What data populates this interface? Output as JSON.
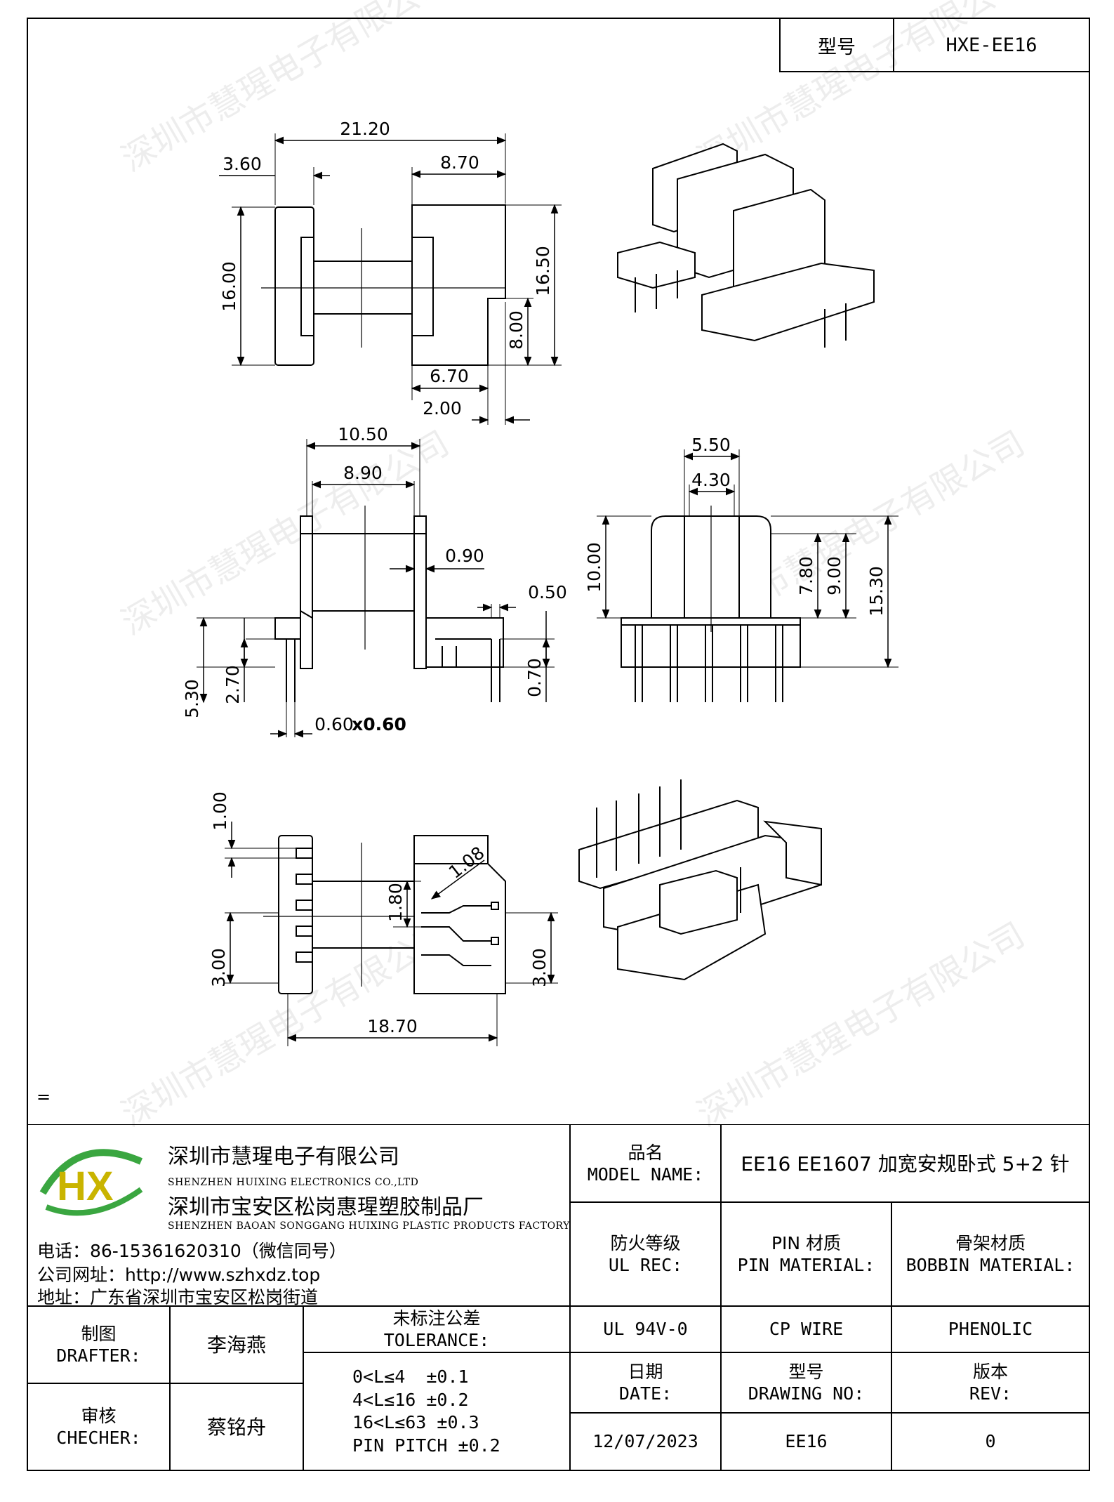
{
  "header": {
    "model_label": "型号",
    "model_value": "HXE-EE16"
  },
  "dimensions": {
    "top_overall": "21.20",
    "top_left_flange": "3.60",
    "top_right_width": "8.70",
    "top_height_left": "16.00",
    "top_height_right": "16.50",
    "top_step_height": "8.00",
    "top_bottom_width": "6.70",
    "top_bottom_offset": "2.00",
    "front_outer": "10.50",
    "front_inner": "8.90",
    "front_flange": "0.90",
    "front_pin_thick": "0.50",
    "front_height": "5.30",
    "front_mid": "2.70",
    "front_pin_bottom": "0.70",
    "front_pin_size": "0.60",
    "front_pin_size_x": "x0.60",
    "side_outer": "5.50",
    "side_inner": "4.30",
    "side_height": "10.00",
    "side_h1": "7.80",
    "side_h2": "9.00",
    "side_total": "15.30",
    "bottom_pitch1": "1.00",
    "bottom_pitch2": "1.80",
    "bottom_pitch3": "3.00",
    "bottom_pitch4": "3.00",
    "bottom_diag": "1.08",
    "bottom_width": "18.70"
  },
  "stray_mark": "=",
  "watermark": "深圳市慧瑆电子有限公司",
  "company": {
    "name_cn": "深圳市慧瑆电子有限公司",
    "name_en": "SHENZHEN HUIXING ELECTRONICS CO.,LTD",
    "factory_cn": "深圳市宝安区松岗惠瑆塑胶制品厂",
    "factory_en": "SHENZHEN BAOAN SONGGANG HUIXING PLASTIC PRODUCTS FACTORY",
    "phone": "电话：86-15361620310（微信同号）",
    "website": "公司网址：http://www.szhxdz.top",
    "address": "地址：广东省深圳市宝安区松岗街道",
    "logo_text": "HX"
  },
  "title_block": {
    "model_name_cn": "品名",
    "model_name_en": "MODEL NAME:",
    "model_name_value": "EE16 EE1607 加宽安规卧式 5+2 针",
    "fire_cn": "防火等级",
    "fire_en": "UL REC:",
    "pin_cn": "PIN 材质",
    "pin_en": "PIN MATERIAL:",
    "bobbin_cn": "骨架材质",
    "bobbin_en": "BOBBIN MATERIAL:",
    "fire_value": "UL 94V-0",
    "pin_value": "CP WIRE",
    "bobbin_value": "PHENOLIC",
    "drafter_cn": "制图",
    "drafter_en": "DRAFTER:",
    "drafter_value": "李海燕",
    "checker_cn": "审核",
    "checker_en": "CHECHER:",
    "checker_value": "蔡铭舟",
    "tolerance_cn": "未标注公差",
    "tolerance_en": "TOLERANCE:",
    "tolerance_lines": [
      "0<L≤4  ±0.1",
      "4<L≤16 ±0.2",
      "16<L≤63 ±0.3",
      "PIN PITCH ±0.2"
    ],
    "date_cn": "日期",
    "date_en": "DATE:",
    "drawing_cn": "型号",
    "drawing_en": "DRAWING NO:",
    "rev_cn": "版本",
    "rev_en": "REV:",
    "date_value": "12/07/2023",
    "drawing_value": "EE16",
    "rev_value": "0"
  }
}
